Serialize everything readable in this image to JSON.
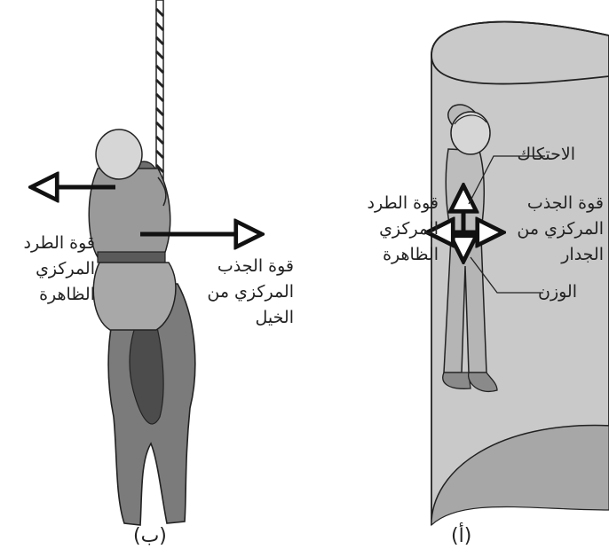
{
  "panel_a": {
    "caption": "(أ)",
    "labels": {
      "friction": "الاحتكاك",
      "centrifugal": [
        "قوة الطرد",
        "المركزي",
        "الظاهرة"
      ],
      "centripetal": [
        "قوة الجذب",
        "المركزي من",
        "الجدار"
      ],
      "weight": "الوزن"
    }
  },
  "panel_b": {
    "caption": "(ب)",
    "labels": {
      "centrifugal": [
        "قوة الطرد",
        "المركزي",
        "الظاهرة"
      ],
      "centripetal": [
        "قوة الجذب",
        "المركزي من",
        "الخيل"
      ]
    }
  },
  "colors": {
    "cylinder": "#c9c9c9",
    "cylinder_shadow": "#a7a7a7",
    "ink": "#1a1a1a",
    "horse": "#7b7b7b",
    "shirt": "#9a9a9a",
    "pants": "#a8a8a8"
  }
}
